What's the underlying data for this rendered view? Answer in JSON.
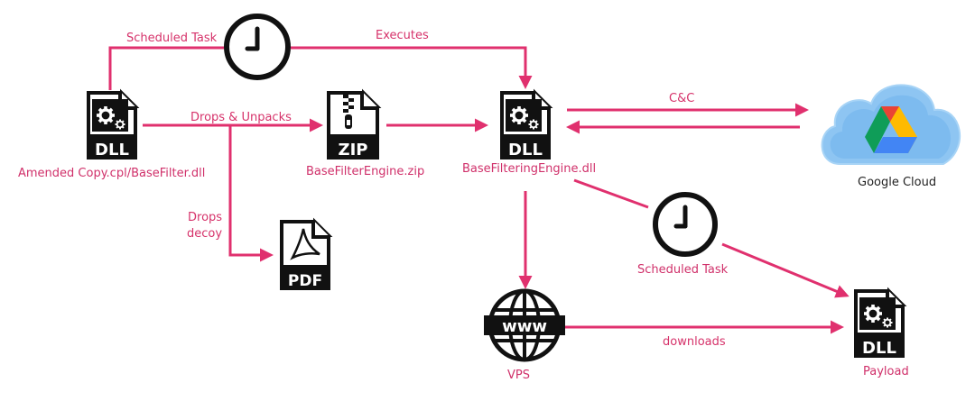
{
  "nodes": {
    "dropper": {
      "label": "Amended Copy.cpl/BaseFilter.dll",
      "badge": "DLL"
    },
    "zip": {
      "label": "BaseFilterEngine.zip",
      "badge": "ZIP"
    },
    "decoy": {
      "badge": "PDF"
    },
    "engine": {
      "label": "BaseFilteringEngine.dll",
      "badge": "DLL"
    },
    "cloud": {
      "label": "Google Cloud"
    },
    "task2": {
      "label": "Scheduled Task"
    },
    "vps": {
      "label": "VPS",
      "badge": "www"
    },
    "payload": {
      "label": "Payload",
      "badge": "DLL"
    }
  },
  "edges": {
    "scheduled_task": "Scheduled Task",
    "executes": "Executes",
    "drops_unpacks": "Drops & Unpacks",
    "drops_decoy_1": "Drops",
    "drops_decoy_2": "decoy",
    "cnc": "C&C",
    "downloads": "downloads"
  },
  "colors": {
    "accent": "#e0306e",
    "icon": "#111111"
  }
}
